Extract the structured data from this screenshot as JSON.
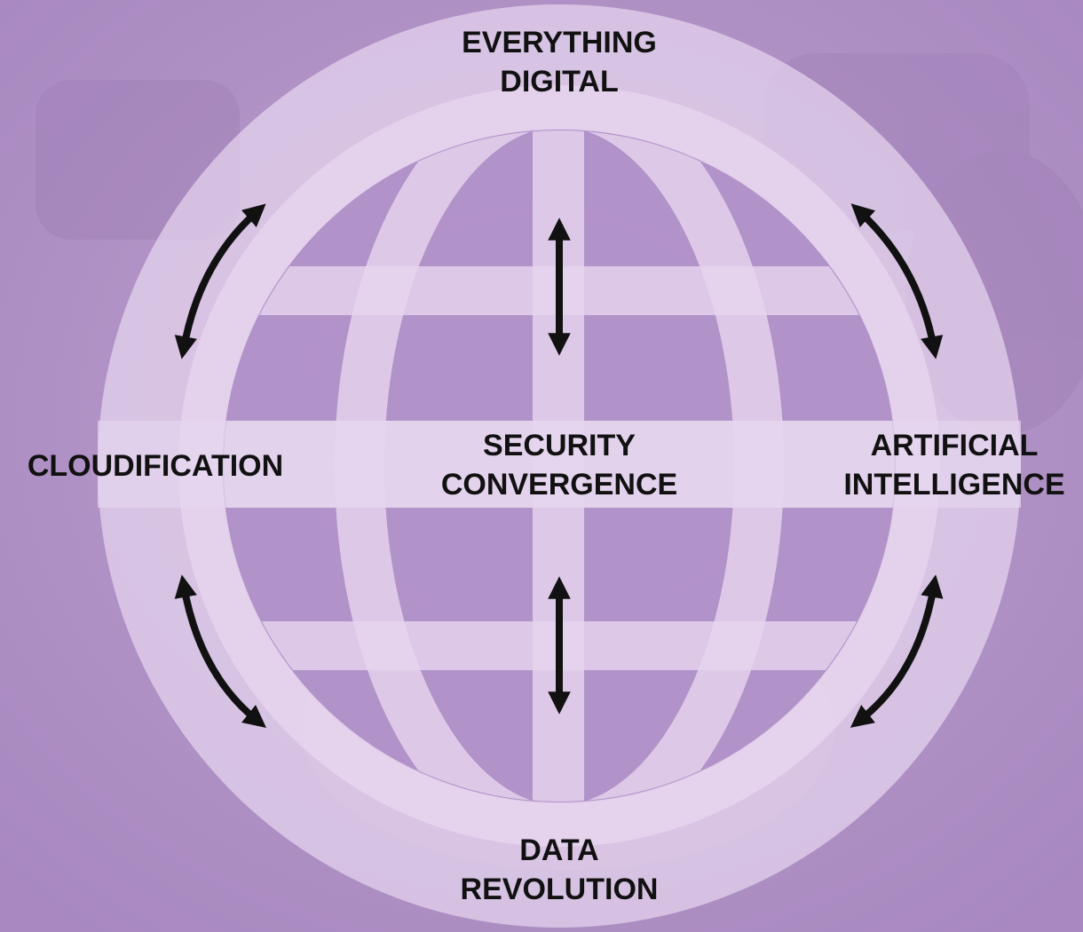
{
  "diagram": {
    "center": {
      "lines": [
        "SECURITY",
        "CONVERGENCE"
      ]
    },
    "top": {
      "lines": [
        "EVERYTHING",
        "DIGITAL"
      ]
    },
    "bottom": {
      "lines": [
        "DATA",
        "REVOLUTION"
      ]
    },
    "left": {
      "lines": [
        "CLOUDIFICATION"
      ]
    },
    "right": {
      "lines": [
        "ARTIFICIAL",
        "INTELLIGENCE"
      ]
    }
  },
  "colors": {
    "background": "#b293c6",
    "globe_fill": "#ead9f0",
    "globe_hole": "#ac8cc4",
    "arrow": "#111111",
    "text": "#111111"
  },
  "icons": {
    "globe": "globe-icon",
    "arrows": "double-headed-arrow"
  }
}
